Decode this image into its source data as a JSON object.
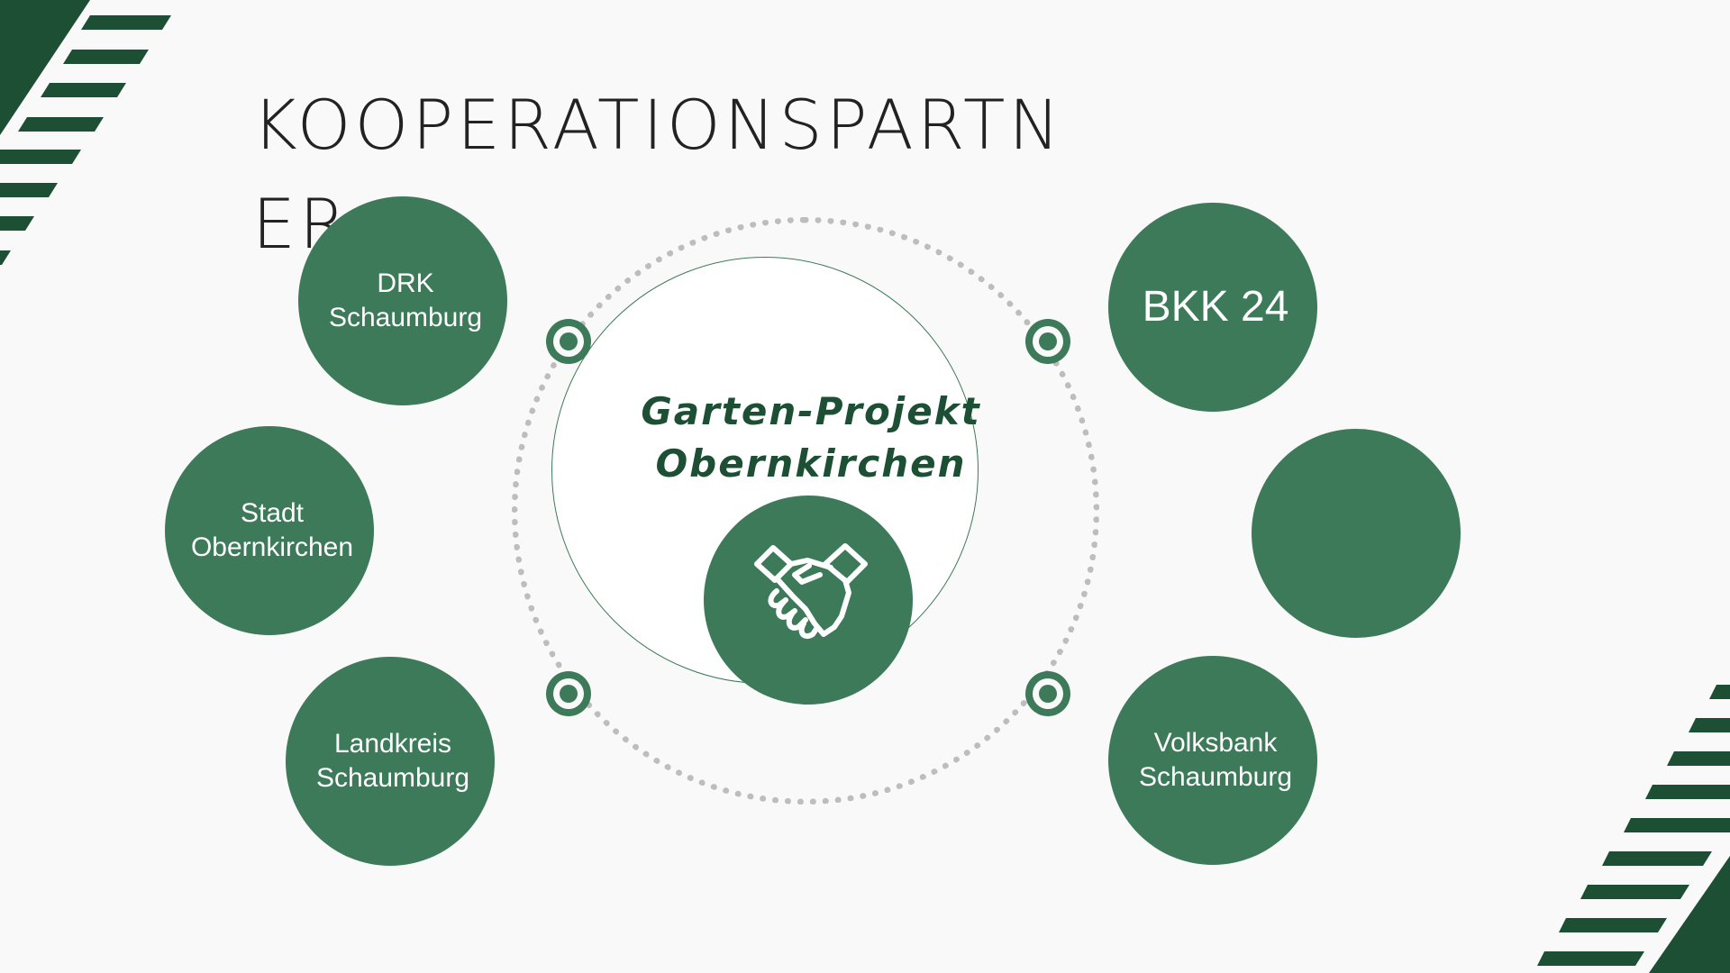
{
  "page": {
    "title": "KOOPERATIONSPARTNER",
    "colors": {
      "primary_green": "#3d7a5a",
      "dark_green": "#1d4f35",
      "background": "#faf9f9",
      "dotted_ring": "#bdbdbd"
    }
  },
  "center": {
    "line1": "Garten-Projekt",
    "line2": "Obernkirchen",
    "icon": "handshake-icon"
  },
  "partners": [
    {
      "label": "DRK\nSchaumburg"
    },
    {
      "label": "Stadt\nObernkirchen"
    },
    {
      "label": "Landkreis\nSchaumburg"
    },
    {
      "label": "BKK 24"
    },
    {
      "label": ""
    },
    {
      "label": "Volksbank\nSchaumburg"
    }
  ]
}
